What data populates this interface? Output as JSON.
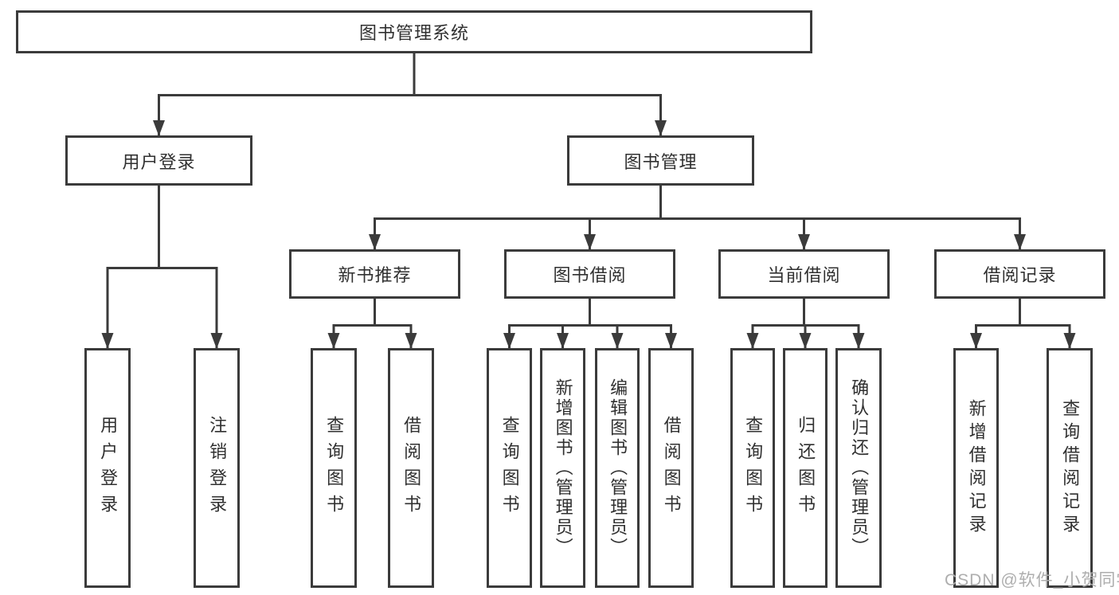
{
  "diagram": {
    "title": "图书管理系统",
    "watermark": "CSDN @软件_小贺同学",
    "colors": {
      "line": "#3b3b3b",
      "box_border": "#3b3b3b",
      "text": "#303030",
      "watermark": "#aeaeae",
      "background": "#ffffff"
    },
    "nodes": {
      "root": {
        "label": "图书管理系统"
      },
      "level2": [
        {
          "id": "user-login",
          "label": "用户登录"
        },
        {
          "id": "book-management",
          "label": "图书管理"
        }
      ],
      "level3": [
        {
          "id": "new-book-recommend",
          "label": "新书推荐",
          "parent": "图书管理"
        },
        {
          "id": "book-borrow",
          "label": "图书借阅",
          "parent": "图书管理"
        },
        {
          "id": "current-borrow",
          "label": "当前借阅",
          "parent": "图书管理"
        },
        {
          "id": "borrow-records",
          "label": "借阅记录",
          "parent": "图书管理"
        }
      ],
      "leaves": [
        {
          "group": "用户登录",
          "label": "用户登录"
        },
        {
          "group": "用户登录",
          "label": "注销登录"
        },
        {
          "group": "新书推荐",
          "label": "查询图书"
        },
        {
          "group": "新书推荐",
          "label": "借阅图书"
        },
        {
          "group": "图书借阅",
          "label": "查询图书"
        },
        {
          "group": "图书借阅",
          "label": "新增图书（管理员）"
        },
        {
          "group": "图书借阅",
          "label": "编辑图书（管理员）"
        },
        {
          "group": "图书借阅",
          "label": "借阅图书"
        },
        {
          "group": "当前借阅",
          "label": "查询图书"
        },
        {
          "group": "当前借阅",
          "label": "归还图书"
        },
        {
          "group": "当前借阅",
          "label": "确认归还（管理员）"
        },
        {
          "group": "借阅记录",
          "label": "新增借阅记录"
        },
        {
          "group": "借阅记录",
          "label": "查询借阅记录"
        }
      ]
    }
  }
}
